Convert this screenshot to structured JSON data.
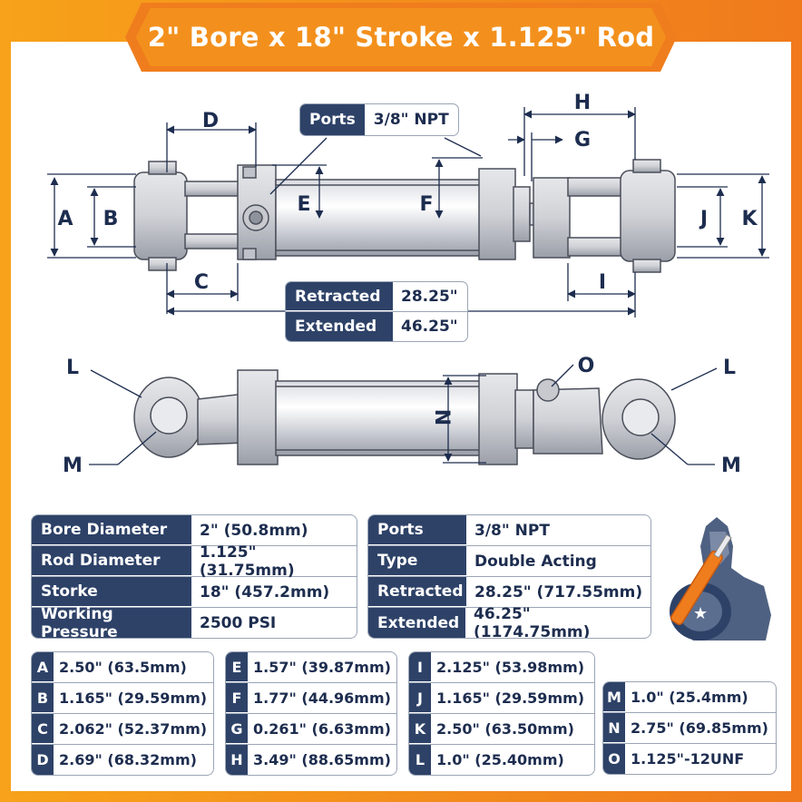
{
  "title": "2\" Bore x 18\" Stroke x 1.125\" Rod",
  "callouts": {
    "ports_label": "Ports",
    "ports_value": "3/8\" NPT",
    "retracted_label": "Retracted",
    "retracted_value": "28.25\"",
    "extended_label": "Extended",
    "extended_value": "46.25\""
  },
  "dimension_letters": [
    "A",
    "B",
    "C",
    "D",
    "E",
    "F",
    "G",
    "H",
    "I",
    "J",
    "K",
    "L",
    "M",
    "N",
    "O"
  ],
  "specs_left": [
    {
      "label": "Bore Diameter",
      "value": "2\" (50.8mm)"
    },
    {
      "label": "Rod Diameter",
      "value": "1.125\" (31.75mm)"
    },
    {
      "label": "Storke",
      "value": "18\" (457.2mm)"
    },
    {
      "label": "Working Pressure",
      "value": "2500 PSI"
    }
  ],
  "specs_right": [
    {
      "label": "Ports",
      "value": "3/8\" NPT"
    },
    {
      "label": "Type",
      "value": "Double Acting"
    },
    {
      "label": "Retracted",
      "value": "28.25\" (717.55mm)"
    },
    {
      "label": "Extended",
      "value": "46.25\" (1174.75mm)"
    }
  ],
  "dims_1": [
    {
      "label": "A",
      "value": "2.50\" (63.5mm)"
    },
    {
      "label": "B",
      "value": "1.165\" (29.59mm)"
    },
    {
      "label": "C",
      "value": "2.062\" (52.37mm)"
    },
    {
      "label": "D",
      "value": "2.69\" (68.32mm)"
    }
  ],
  "dims_2": [
    {
      "label": "E",
      "value": "1.57\" (39.87mm)"
    },
    {
      "label": "F",
      "value": "1.77\" (44.96mm)"
    },
    {
      "label": "G",
      "value": "0.261\" (6.63mm)"
    },
    {
      "label": "H",
      "value": "3.49\" (88.65mm)"
    }
  ],
  "dims_3": [
    {
      "label": "I",
      "value": "2.125\" (53.98mm)"
    },
    {
      "label": "J",
      "value": "1.165\" (29.59mm)"
    },
    {
      "label": "K",
      "value": "2.50\" (63.50mm)"
    },
    {
      "label": "L",
      "value": "1.0\" (25.40mm)"
    }
  ],
  "dims_4": [
    {
      "label": "M",
      "value": "1.0\" (25.4mm)"
    },
    {
      "label": "N",
      "value": "2.75\" (69.85mm)"
    },
    {
      "label": "O",
      "value": "1.125\"-12UNF"
    }
  ],
  "colors": {
    "navy": "#2e4268",
    "orange": "#f28a1c",
    "border": "#9aa5b5"
  }
}
